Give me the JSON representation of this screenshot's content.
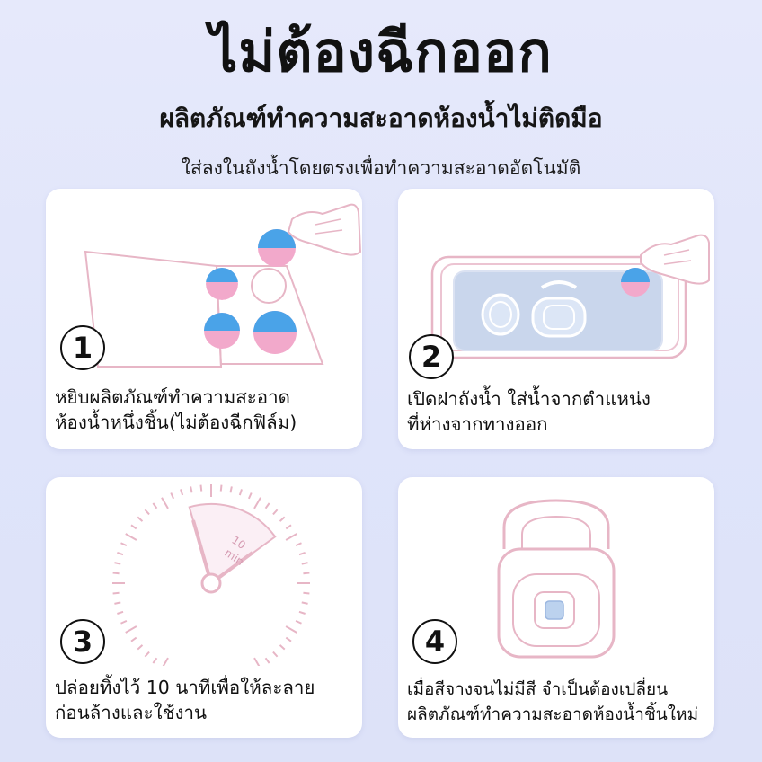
{
  "header": {
    "title": "ไม่ต้องฉีกออก",
    "subtitle": "ผลิตภัณฑ์ทำความสะอาดห้องน้ำไม่ติดมือ",
    "subtitle2": "ใส่ลงในถังน้ำโดยตรงเพื่อทำความสะอาดอัตโนมัติ"
  },
  "steps": [
    {
      "number": "1",
      "line1": "หยิบผลิตภัณฑ์ทำความสะอาด",
      "line2": "ห้องน้ำหนึ่งชิ้น(ไม่ต้องฉีกฟิล์ม)"
    },
    {
      "number": "2",
      "line1": "เปิดฝาถังน้ำ ใส่น้ำจากตำแหน่ง",
      "line2": "ที่ห่างจากทางออก"
    },
    {
      "number": "3",
      "line1": "ปล่อยทิ้งไว้ 10 นาทีเพื่อให้ละลาย",
      "line2": "ก่อนล้างและใช้งาน"
    },
    {
      "number": "4",
      "line1": "เมื่อสีจางจนไม่มีสี จำเป็นต้องเปลี่ยน",
      "line2": "ผลิตภัณฑ์ทำความสะอาดห้องน้ำชิ้นใหม่"
    }
  ],
  "timer_label": {
    "value": "10",
    "unit": "min"
  },
  "icons": {
    "step1": "blister-pack-hand-icon",
    "step2": "toilet-tank-hand-icon",
    "step3": "clock-icon",
    "step4": "toilet-cleaner-icon"
  },
  "colors": {
    "pink": "#f0a8c8",
    "blue": "#4aa3e8",
    "outline": "#e7b6c6",
    "tank_blue": "#c9d6ec"
  }
}
